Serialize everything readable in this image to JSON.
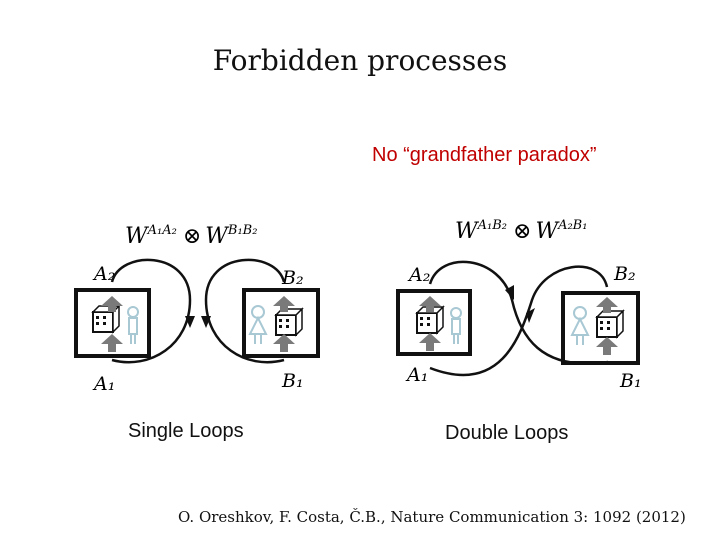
{
  "slide": {
    "title": "Forbidden processes",
    "subtitle": "No “grandfather paradox”",
    "citation": "O. Oreshkov, F. Costa, Č.B., Nature Communication 3: 1092 (2012)"
  },
  "left_diagram": {
    "caption": "Single Loops",
    "formula": {
      "w1": "W",
      "w1_sup": "A₁A₂",
      "tensor": "⊗",
      "w2": "W",
      "w2_sup": "B₁B₂"
    },
    "labels": {
      "a2": "A₂",
      "a1": "A₁",
      "b2": "B₂",
      "b1": "B₁"
    }
  },
  "right_diagram": {
    "caption": "Double Loops",
    "formula": {
      "w1": "W",
      "w1_sup": "A₁B₂",
      "tensor": "⊗",
      "w2": "W",
      "w2_sup": "A₂B₁"
    },
    "labels": {
      "a2": "A₂",
      "a1": "A₁",
      "b2": "B₂",
      "b1": "B₁"
    }
  },
  "colors": {
    "subtitle": "#c00000",
    "box_stroke": "#111111",
    "arrow_fill": "#7a7a7a",
    "figure": "#a8c8d4"
  },
  "icons": [
    "lab-box-icon",
    "die-cube-icon",
    "observer-person-icon",
    "arrow-up-icon",
    "arrow-down-icon"
  ]
}
